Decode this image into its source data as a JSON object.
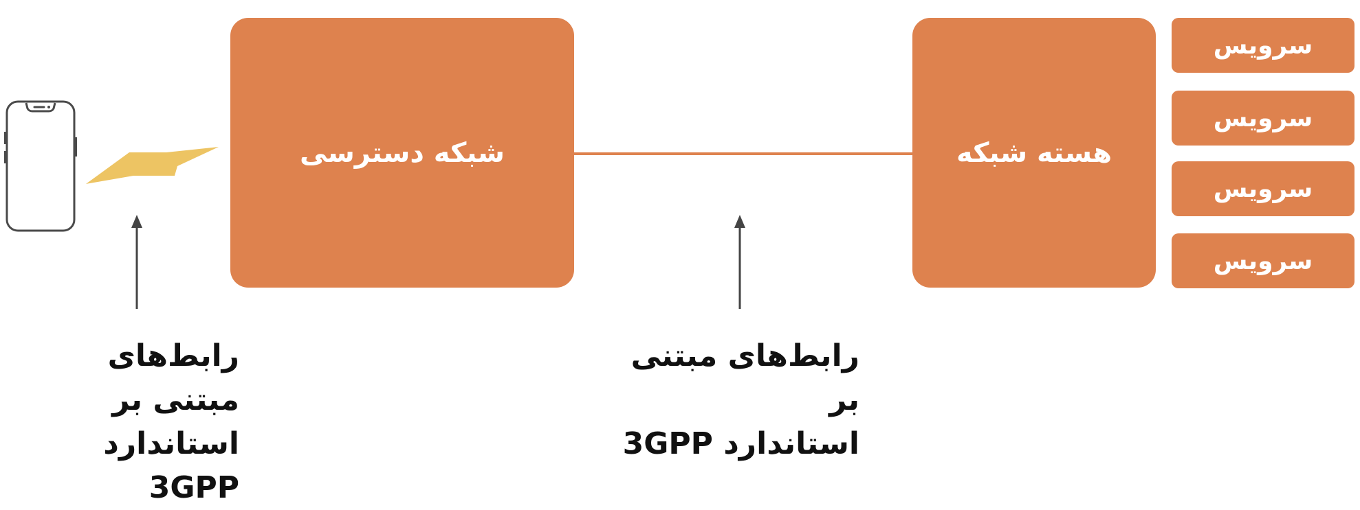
{
  "diagram": {
    "access_network": {
      "label": "شبکه دسترسی"
    },
    "core_network": {
      "label": "هسته شبکه"
    },
    "services": [
      {
        "label": "سرویس"
      },
      {
        "label": "سرویس"
      },
      {
        "label": "سرویس"
      },
      {
        "label": "سرویس"
      }
    ],
    "annotations": [
      {
        "line1": "رابط‌های مبتنی بر",
        "line2": "استاندارد 3GPP"
      },
      {
        "line1": "رابط‌های مبتنی بر",
        "line2": "استاندارد 3GPP"
      }
    ],
    "icons": {
      "device": "smartphone-icon",
      "radio_link": "lightning-bolt-icon"
    },
    "colors": {
      "box": "#DE824E",
      "bolt": "#EDC463",
      "link": "#DE824E",
      "arrow": "#444444",
      "text": "#111111"
    }
  }
}
